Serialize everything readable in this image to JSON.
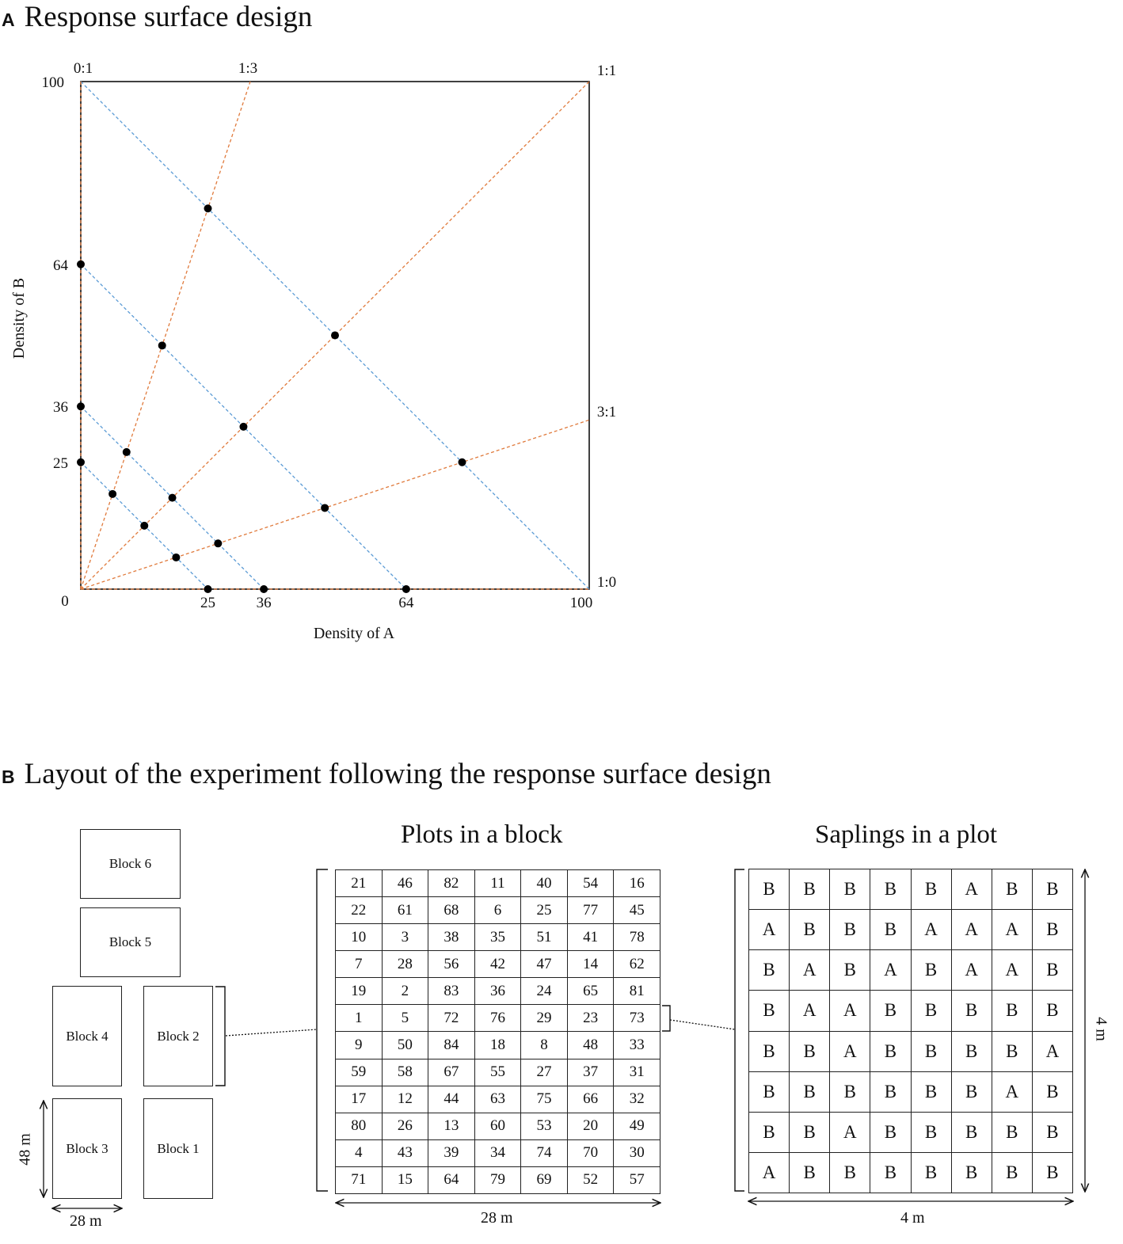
{
  "panel_a": {
    "letter": "A",
    "title": "Response surface design"
  },
  "panel_b": {
    "letter": "B",
    "title": "Layout of the experiment following the response surface design"
  },
  "chart_data": {
    "type": "scatter",
    "xlabel": "Density of A",
    "ylabel": "Density of B",
    "xlim": [
      0,
      100
    ],
    "ylim": [
      0,
      100
    ],
    "x_ticks": [
      25,
      36,
      64,
      100
    ],
    "y_ticks": [
      25,
      36,
      64,
      100
    ],
    "origin_label": "0",
    "grid": false,
    "ratio_lines": [
      {
        "label": "0:1",
        "slope": "vertical"
      },
      {
        "label": "1:3",
        "slope": 3
      },
      {
        "label": "1:1",
        "slope": 1
      },
      {
        "label": "3:1",
        "slope": 0.3333
      },
      {
        "label": "1:0",
        "slope": 0
      }
    ],
    "total_density_lines": [
      25,
      36,
      64,
      100
    ],
    "colors": {
      "ratio": "#E07A3C",
      "density": "#5B9BD5",
      "point": "#000000"
    },
    "points": [
      {
        "x": 0,
        "y": 25
      },
      {
        "x": 0,
        "y": 36
      },
      {
        "x": 0,
        "y": 64
      },
      {
        "x": 25,
        "y": 0
      },
      {
        "x": 36,
        "y": 0
      },
      {
        "x": 64,
        "y": 0
      },
      {
        "x": 6.25,
        "y": 18.75
      },
      {
        "x": 9,
        "y": 27
      },
      {
        "x": 16,
        "y": 48
      },
      {
        "x": 25,
        "y": 75
      },
      {
        "x": 12.5,
        "y": 12.5
      },
      {
        "x": 18,
        "y": 18
      },
      {
        "x": 32,
        "y": 32
      },
      {
        "x": 50,
        "y": 50
      },
      {
        "x": 18.75,
        "y": 6.25
      },
      {
        "x": 27,
        "y": 9
      },
      {
        "x": 48,
        "y": 16
      },
      {
        "x": 75,
        "y": 25
      }
    ]
  },
  "blocks": [
    {
      "label": "Block 6"
    },
    {
      "label": "Block 5"
    },
    {
      "label": "Block 4"
    },
    {
      "label": "Block 2"
    },
    {
      "label": "Block 3"
    },
    {
      "label": "Block 1"
    }
  ],
  "block_dims": {
    "height": "48 m",
    "width": "28 m"
  },
  "plots": {
    "title": "Plots in a block",
    "width": "28 m",
    "rows": [
      [
        "21",
        "46",
        "82",
        "11",
        "40",
        "54",
        "16"
      ],
      [
        "22",
        "61",
        "68",
        "6",
        "25",
        "77",
        "45"
      ],
      [
        "10",
        "3",
        "38",
        "35",
        "51",
        "41",
        "78"
      ],
      [
        "7",
        "28",
        "56",
        "42",
        "47",
        "14",
        "62"
      ],
      [
        "19",
        "2",
        "83",
        "36",
        "24",
        "65",
        "81"
      ],
      [
        "1",
        "5",
        "72",
        "76",
        "29",
        "23",
        "73"
      ],
      [
        "9",
        "50",
        "84",
        "18",
        "8",
        "48",
        "33"
      ],
      [
        "59",
        "58",
        "67",
        "55",
        "27",
        "37",
        "31"
      ],
      [
        "17",
        "12",
        "44",
        "63",
        "75",
        "66",
        "32"
      ],
      [
        "80",
        "26",
        "13",
        "60",
        "53",
        "20",
        "49"
      ],
      [
        "4",
        "43",
        "39",
        "34",
        "74",
        "70",
        "30"
      ],
      [
        "71",
        "15",
        "64",
        "79",
        "69",
        "52",
        "57"
      ]
    ]
  },
  "saplings": {
    "title": "Saplings  in a plot",
    "width": "4 m",
    "height": "4 m",
    "rows": [
      [
        "B",
        "B",
        "B",
        "B",
        "B",
        "A",
        "B",
        "B"
      ],
      [
        "A",
        "B",
        "B",
        "B",
        "A",
        "A",
        "A",
        "B"
      ],
      [
        "B",
        "A",
        "B",
        "A",
        "B",
        "A",
        "A",
        "B"
      ],
      [
        "B",
        "A",
        "A",
        "B",
        "B",
        "B",
        "B",
        "B"
      ],
      [
        "B",
        "B",
        "A",
        "B",
        "B",
        "B",
        "B",
        "A"
      ],
      [
        "B",
        "B",
        "B",
        "B",
        "B",
        "B",
        "A",
        "B"
      ],
      [
        "B",
        "B",
        "A",
        "B",
        "B",
        "B",
        "B",
        "B"
      ],
      [
        "A",
        "B",
        "B",
        "B",
        "B",
        "B",
        "B",
        "B"
      ]
    ]
  }
}
